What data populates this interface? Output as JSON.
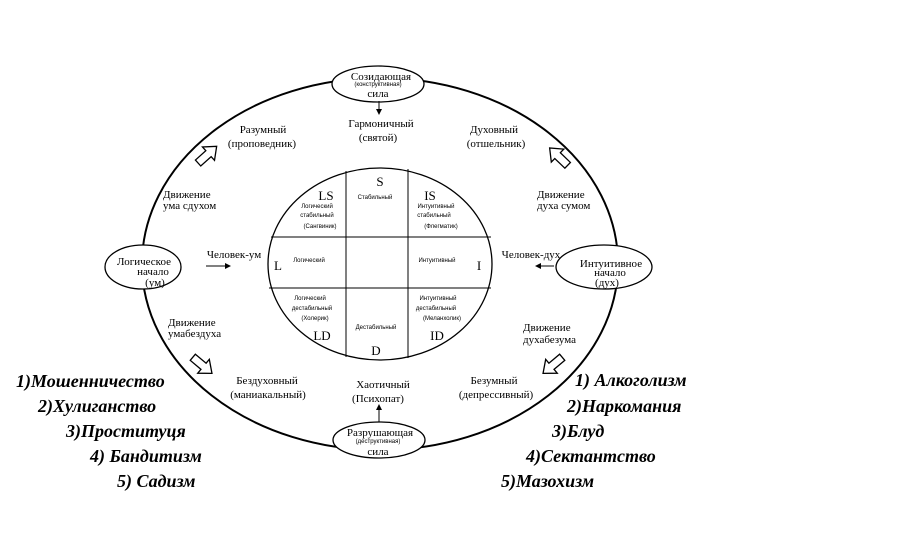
{
  "nodes": {
    "top": {
      "line1": "Созидающая",
      "line2": "(конструктивная)",
      "line3": "сила"
    },
    "bottom": {
      "line1": "Разрушающая",
      "line2": "(деструктивная)",
      "line3": "сила"
    },
    "left": {
      "line1": "Логическое",
      "line2": "начало",
      "line3": "(ум)"
    },
    "right": {
      "line1": "Интуитивное",
      "line2": "начало",
      "line3": "(дух)"
    }
  },
  "outer": {
    "harmonious": {
      "line1": "Гармоничный",
      "line2": "(святой)"
    },
    "chaotic": {
      "line1": "Хаотичный",
      "line2": "(Психопат)"
    },
    "rational": {
      "line1": "Разумный",
      "line2": "(проповедник)"
    },
    "spiritual": {
      "line1": "Духовный",
      "line2": "(отшельник)"
    },
    "soulless": {
      "line1": "Бездуховный",
      "line2": "(маниакальный)"
    },
    "insane": {
      "line1": "Безумный",
      "line2": "(депрессивный)"
    },
    "move_mind_spirit": {
      "line1": "Движение",
      "line2": "ума сдухом"
    },
    "move_spirit_mind": {
      "line1": "Движение",
      "line2": "духа сумом"
    },
    "move_mind_nospirit": {
      "line1": "Движение",
      "line2": "умабездуха"
    },
    "move_spirit_nomind": {
      "line1": "Движение",
      "line2": "духабезума"
    },
    "man_mind": "Человек-ум",
    "man_spirit": "Человек-дух"
  },
  "inner": {
    "S": "S",
    "LS": "LS",
    "IS": "IS",
    "L": "L",
    "I": "I",
    "LD": "LD",
    "D": "D",
    "ID": "ID",
    "stable": "Стабильный",
    "ls_l1": "Логический",
    "ls_l2": "стабильный",
    "ls_l3": "(Сангвиник)",
    "is_l1": "Интуитивный",
    "is_l2": "стабильный",
    "is_l3": "(Флегматик)",
    "logical": "Логический",
    "intuitive": "Интуитивный",
    "ld_l1": "Логический",
    "ld_l2": "дестабильный",
    "ld_l3": "(Холерик)",
    "id_l1": "Интуитивный",
    "id_l2": "дестабильный",
    "id_l3": "(Меланхолик)",
    "destable": "Дестабильный"
  },
  "left_list": [
    "1)Мошенничество",
    "2)Хулиганство",
    "3)Проституця",
    "4) Бандитизм",
    "5) Садизм"
  ],
  "right_list": [
    "1)  Алкоголизм",
    "2)Наркомания",
    "3)Блуд",
    "4)Сектантство",
    "5)Мазохизм"
  ]
}
